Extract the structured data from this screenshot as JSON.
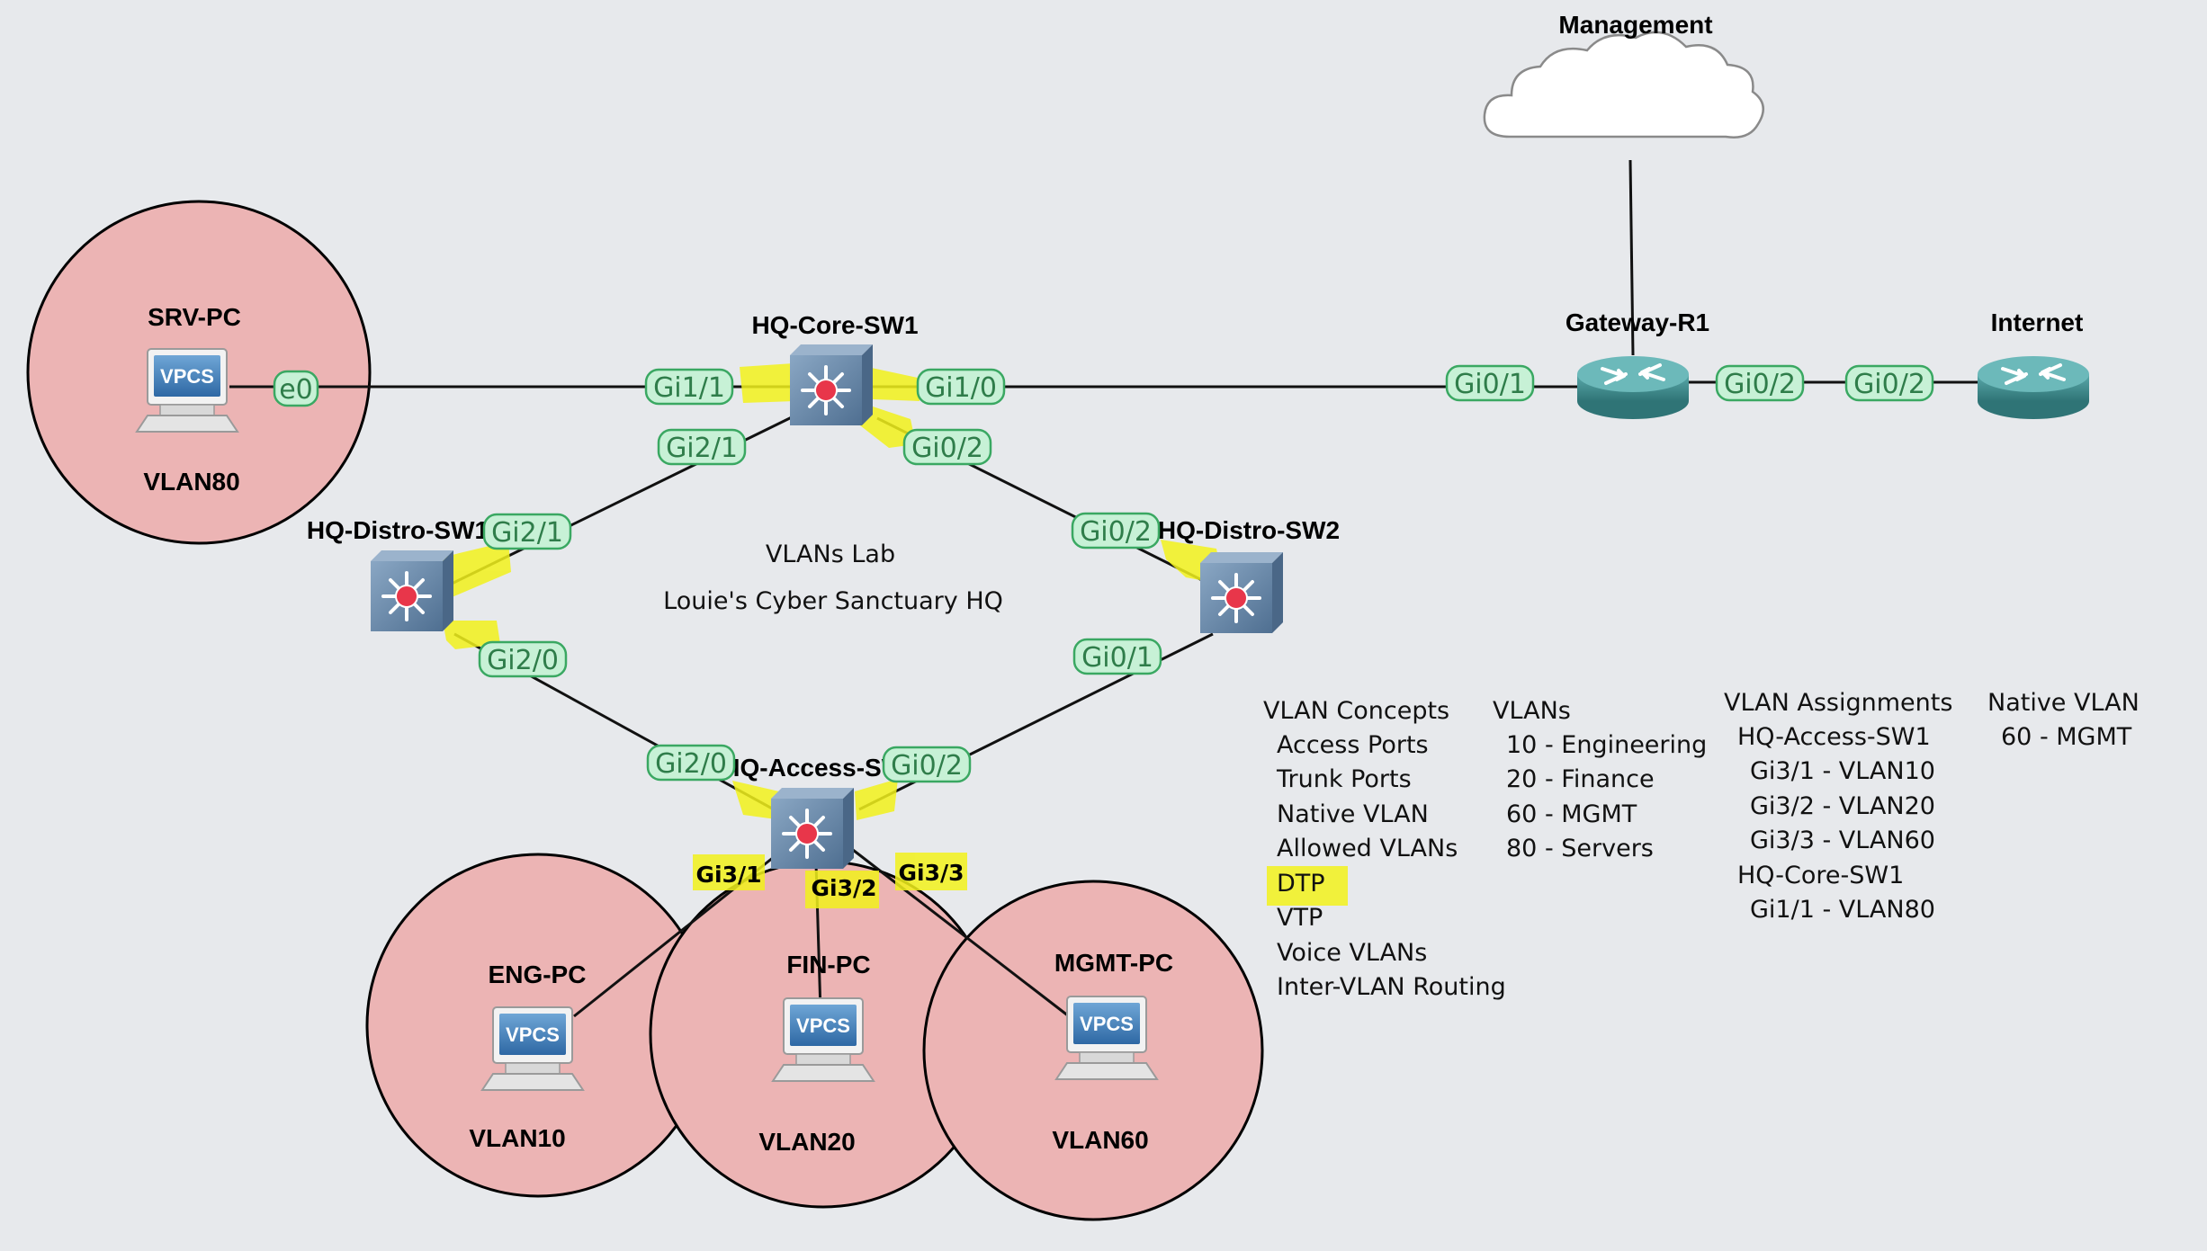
{
  "diagram": {
    "title_lines": [
      "VLANs Lab",
      "Louie's Cyber Sanctuary HQ"
    ],
    "colors": {
      "background": "#e7e9ec",
      "vlan_circle_fill": "#ecb4b4",
      "port_label_fill": "#c7f1d6",
      "port_label_stroke": "#3aa862",
      "port_label_text": "#2f7d4a",
      "highlight": "#f2f21c",
      "router": "#3e8b8d",
      "switch": "#6f8eaf",
      "center_dot": "#e8364a"
    },
    "nodes": {
      "management": {
        "label": "Management",
        "icon": "cloud-icon"
      },
      "srv_pc": {
        "label": "SRV-PC",
        "icon": "vpcs-icon",
        "icon_text": "VPCS",
        "vlan": "VLAN80"
      },
      "core_sw": {
        "label": "HQ-Core-SW1",
        "icon": "multilayer-switch-icon"
      },
      "gateway": {
        "label": "Gateway-R1",
        "icon": "router-icon"
      },
      "internet": {
        "label": "Internet",
        "icon": "router-icon"
      },
      "distro1": {
        "label": "HQ-Distro-SW1",
        "icon": "multilayer-switch-icon"
      },
      "distro2": {
        "label": "HQ-Distro-SW2",
        "icon": "multilayer-switch-icon"
      },
      "access": {
        "label": "HQ-Access-SW1",
        "icon": "multilayer-switch-icon"
      },
      "eng_pc": {
        "label": "ENG-PC",
        "icon": "vpcs-icon",
        "icon_text": "VPCS",
        "vlan": "VLAN10"
      },
      "fin_pc": {
        "label": "FIN-PC",
        "icon": "vpcs-icon",
        "icon_text": "VPCS",
        "vlan": "VLAN20"
      },
      "mgmt_pc": {
        "label": "MGMT-PC",
        "icon": "vpcs-icon",
        "icon_text": "VPCS",
        "vlan": "VLAN60"
      }
    },
    "ports": {
      "srv_e0": "e0",
      "core_gi1_1": "Gi1/1",
      "core_gi1_0": "Gi1/0",
      "core_gi2_1": "Gi2/1",
      "core_gi0_2": "Gi0/2",
      "gw_gi0_1": "Gi0/1",
      "gw_gi0_2": "Gi0/2",
      "inet_gi0_2": "Gi0/2",
      "d1_gi2_1": "Gi2/1",
      "d1_gi2_0": "Gi2/0",
      "d2_gi0_2": "Gi0/2",
      "d2_gi0_1": "Gi0/1",
      "acc_gi2_0": "Gi2/0",
      "acc_gi0_2": "Gi0/2",
      "acc_gi3_1": "Gi3/1",
      "acc_gi3_2": "Gi3/2",
      "acc_gi3_3": "Gi3/3"
    },
    "notes": {
      "vlan_concepts": {
        "heading": "VLAN Concepts",
        "items": [
          "Access Ports",
          "Trunk Ports",
          "Native VLAN",
          "Allowed VLANs",
          "DTP",
          "VTP",
          "Voice VLANs",
          "Inter-VLAN Routing"
        ],
        "highlighted": "DTP"
      },
      "vlans": {
        "heading": "VLANs",
        "items": [
          "10 - Engineering",
          "20 - Finance",
          "60 - MGMT",
          "80 - Servers"
        ]
      },
      "assignments": {
        "heading": "VLAN Assignments",
        "lines": [
          "HQ-Access-SW1",
          "Gi3/1 - VLAN10",
          "Gi3/2 - VLAN20",
          "Gi3/3 - VLAN60",
          "HQ-Core-SW1",
          "Gi1/1 - VLAN80"
        ]
      },
      "native_vlan": {
        "heading": "Native VLAN",
        "value": "60 - MGMT"
      }
    }
  }
}
